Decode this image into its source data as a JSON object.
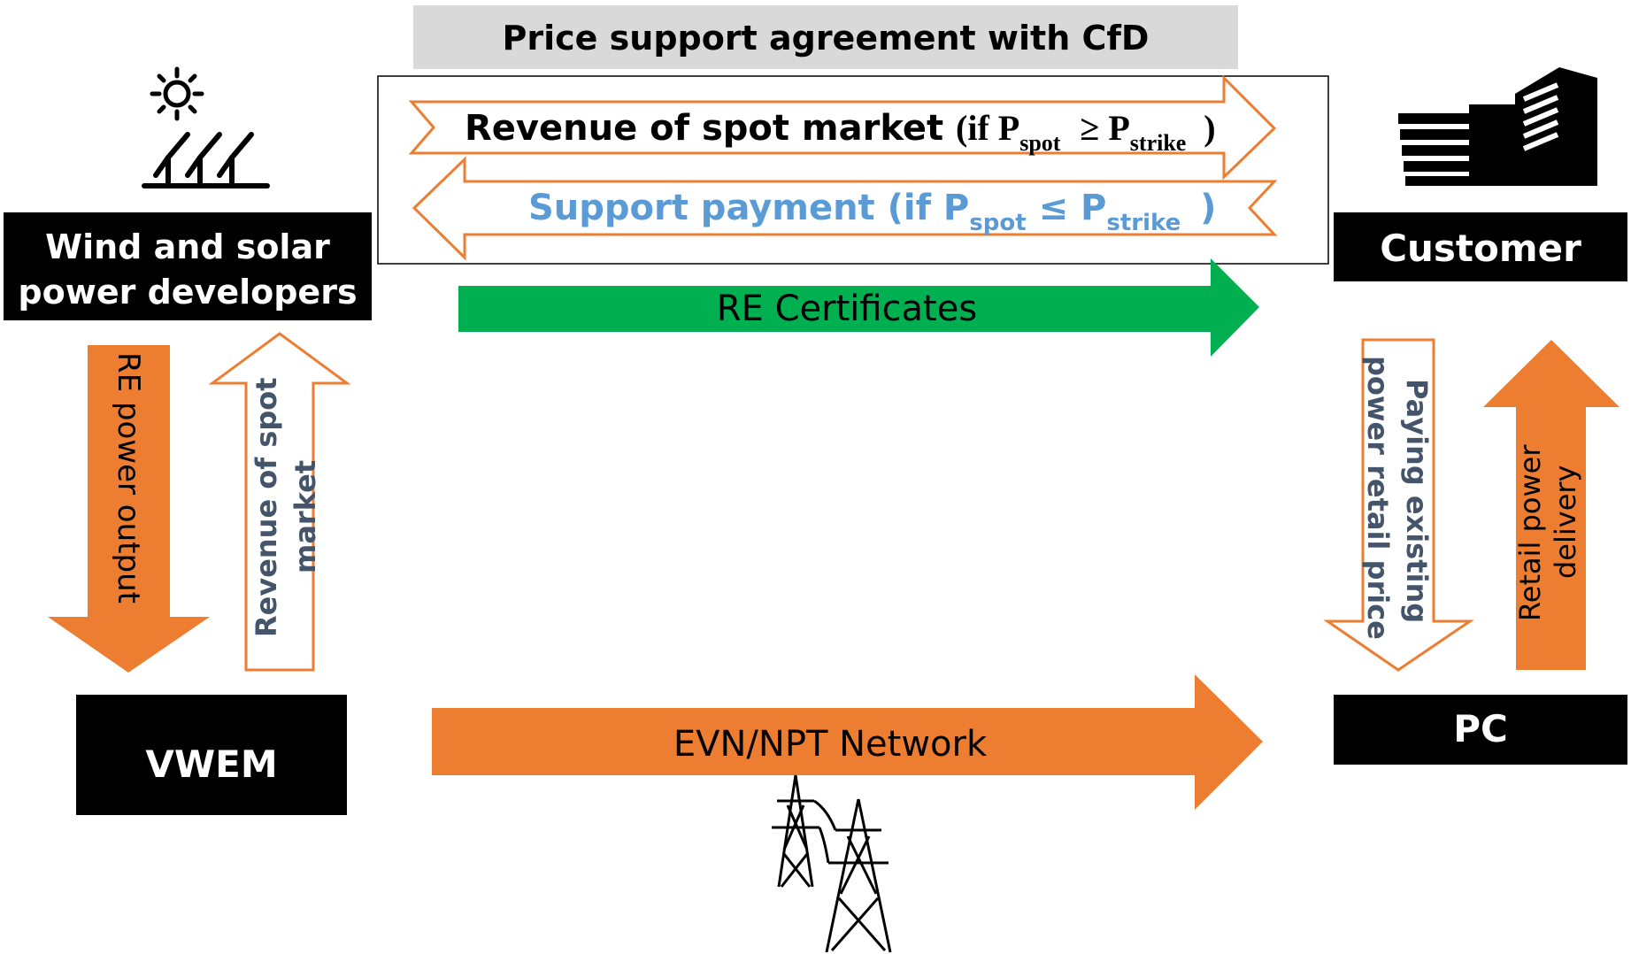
{
  "header": {
    "title": "Price support agreement with CfD"
  },
  "cfd_flows": {
    "revenue": {
      "main": "Revenue of spot market",
      "cond_open": "(if P",
      "sub1": "spot",
      "op": "≥ P",
      "sub2": "strike",
      "cond_close": ")"
    },
    "support": {
      "main": "Support payment (if P",
      "sub1": "spot",
      "op": "≤ P",
      "sub2": "strike",
      "cond_close": ")"
    }
  },
  "entities": {
    "developers": {
      "line1": "Wind and solar",
      "line2": "power developers"
    },
    "customer": {
      "label": "Customer"
    },
    "vwem": {
      "label": "VWEM"
    },
    "pc": {
      "label": "PC"
    }
  },
  "flows": {
    "re_certificates": "RE Certificates",
    "network": "EVN/NPT Network",
    "re_power_output": "RE power output",
    "revenue_spot": {
      "line1": "Revenue of spot",
      "line2": "market"
    },
    "paying_retail": {
      "line1": "Paying existing",
      "line2": "power retail price"
    },
    "retail_delivery": {
      "line1": "Retail power",
      "line2": "delivery"
    }
  },
  "colors": {
    "orange": "#ED7D31",
    "green": "#00B050",
    "blue_text": "#5B9BD5",
    "slate_text": "#44546A",
    "banner_gray": "#D9D9D9",
    "black": "#000000"
  }
}
